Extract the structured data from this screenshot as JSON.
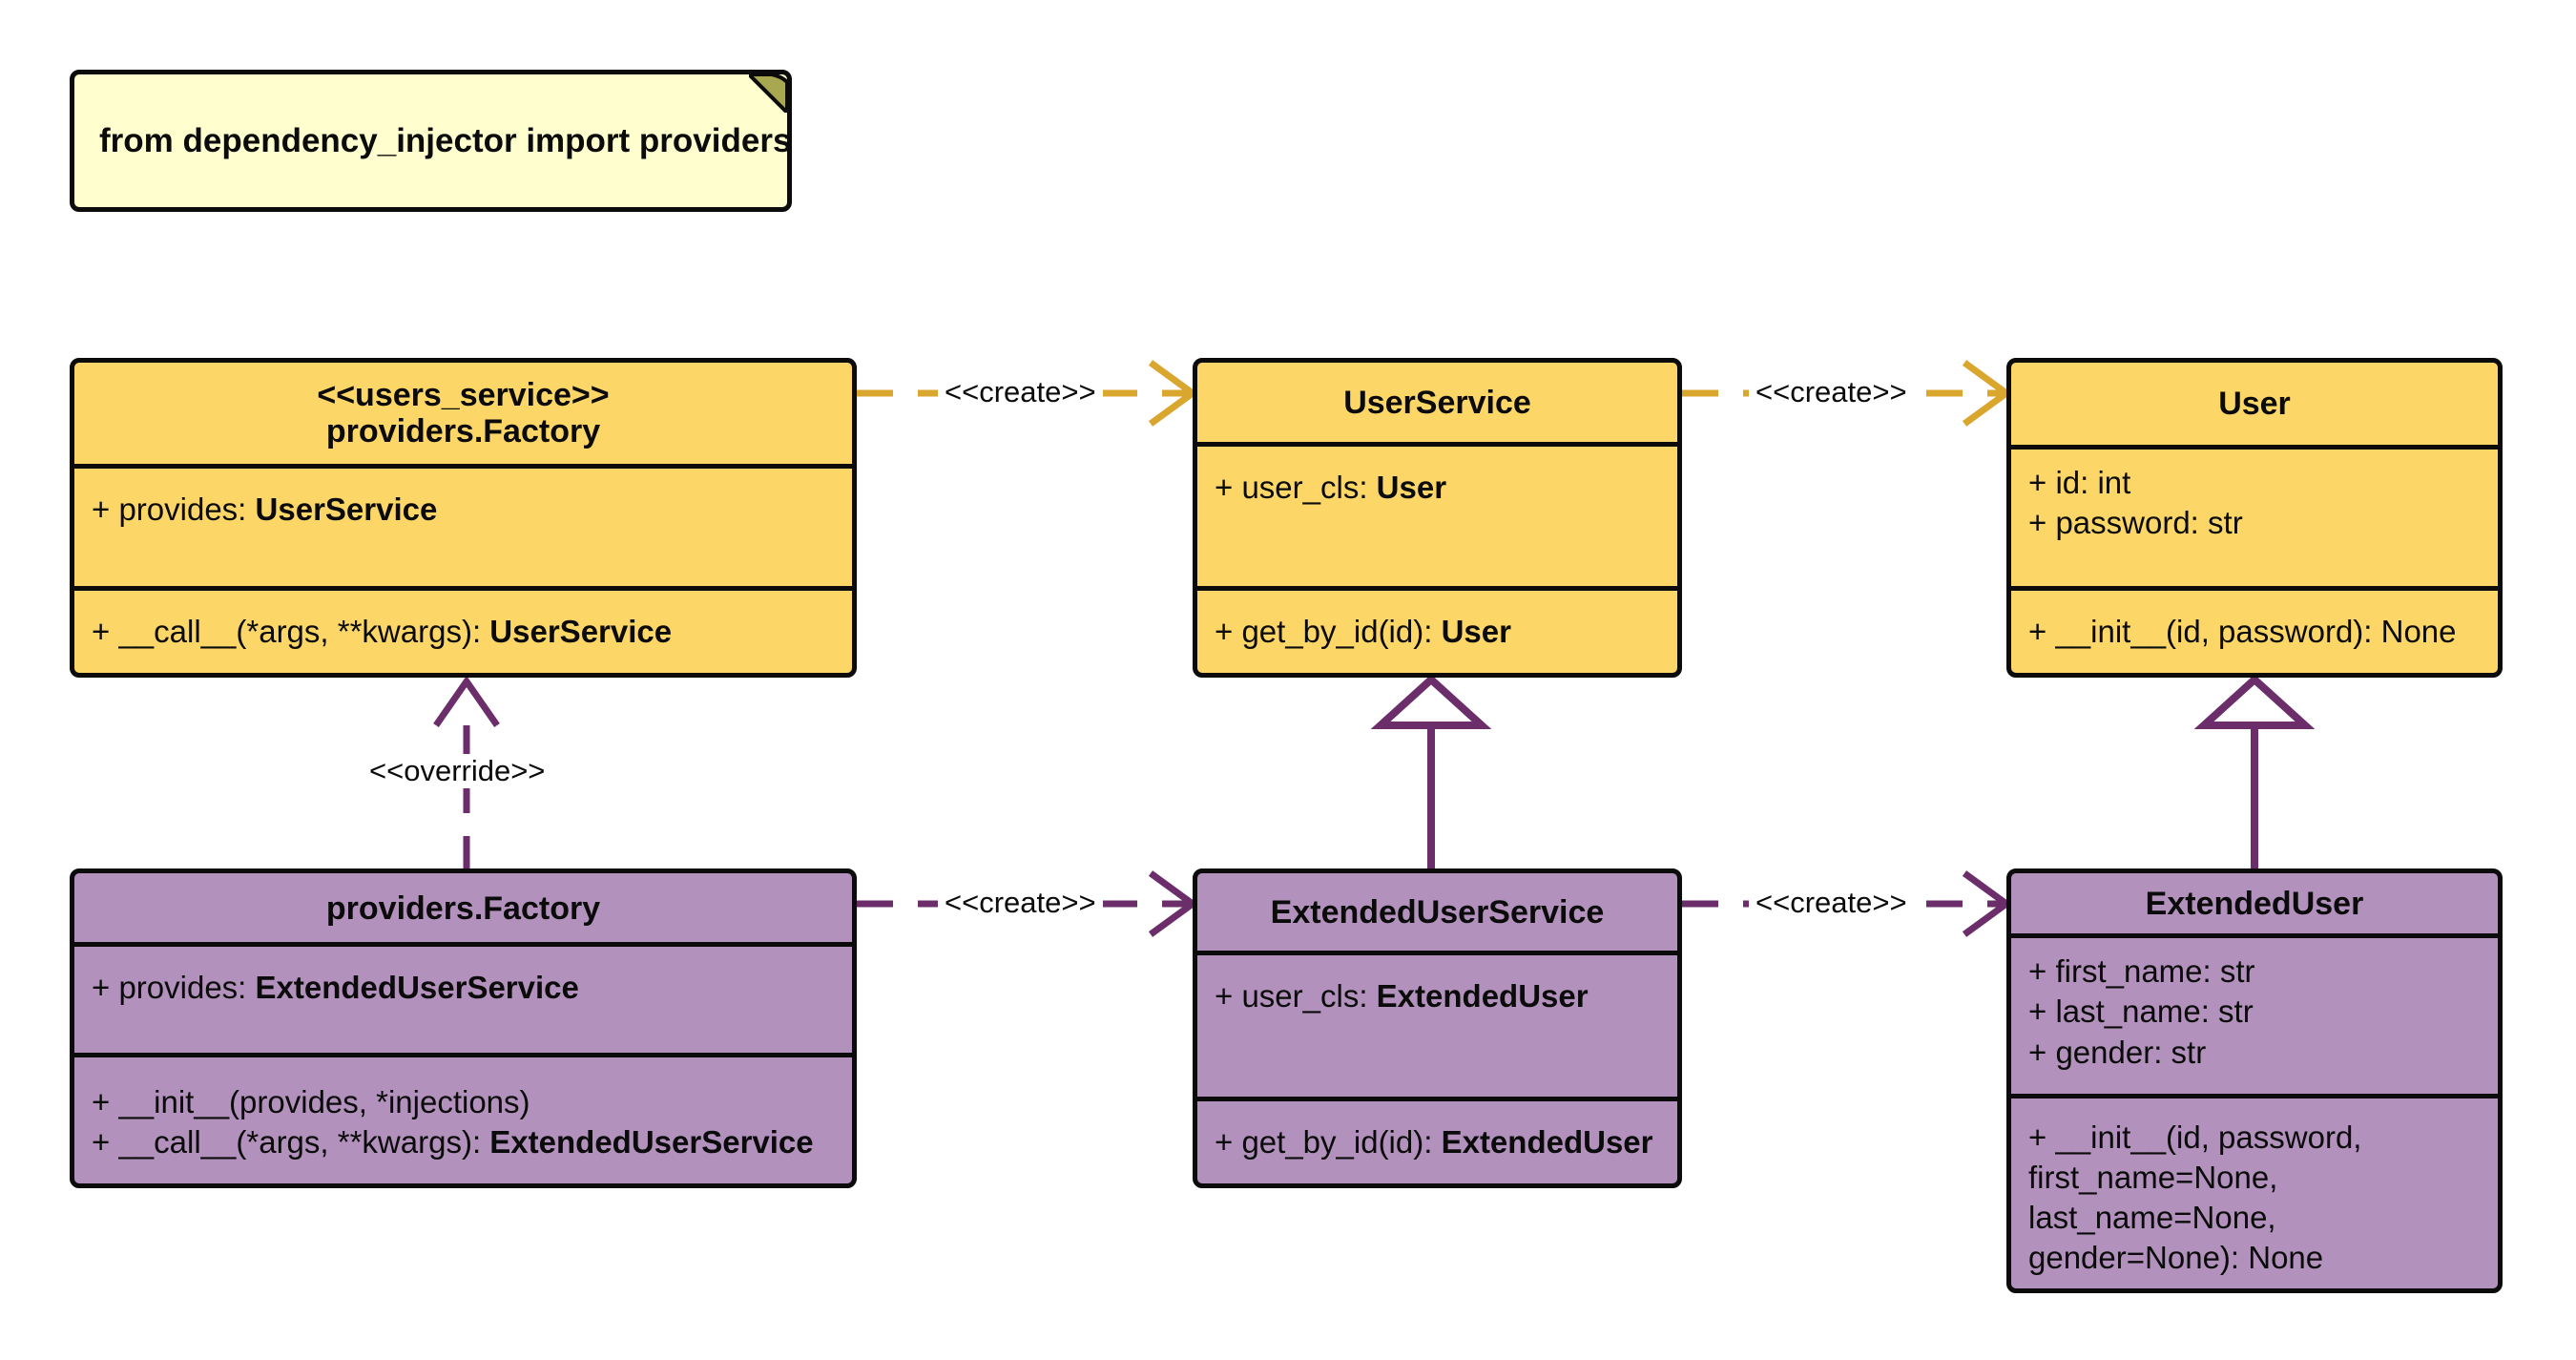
{
  "diagram": {
    "title": "Dependency Injector providers UML class diagram",
    "type": "uml-class-diagram",
    "colors": {
      "yellow_fill": "#FCD667",
      "purple_fill": "#B292BC",
      "note_fill": "#FEFECE",
      "note_fold": "#A8A851",
      "border": "#0B0B0B",
      "gold_edge": "#D9A62E",
      "purple_edge": "#6B2E6B"
    }
  },
  "note": {
    "name": "code-note",
    "text": "from dependency_injector import providers"
  },
  "classes": {
    "users_service_factory": {
      "stereotype": "<<users_service>>",
      "name": "providers.Factory",
      "color": "yellow",
      "attributes": [
        {
          "visibility": "+",
          "label": "provides: ",
          "type": "UserService"
        }
      ],
      "methods": [
        {
          "visibility": "+",
          "label": "__call__(*args, **kwargs): ",
          "type": "UserService"
        }
      ]
    },
    "user_service": {
      "stereotype": "",
      "name": "UserService",
      "color": "yellow",
      "attributes": [
        {
          "visibility": "+",
          "label": "user_cls: ",
          "type": "User"
        }
      ],
      "methods": [
        {
          "visibility": "+",
          "label": "get_by_id(id): ",
          "type": "User"
        }
      ]
    },
    "user": {
      "stereotype": "",
      "name": "User",
      "color": "yellow",
      "attributes": [
        {
          "visibility": "+",
          "label": "id: int",
          "type": ""
        },
        {
          "visibility": "+",
          "label": "password: str",
          "type": ""
        }
      ],
      "methods": [
        {
          "visibility": "+",
          "label": "__init__(id, password): None",
          "type": ""
        }
      ]
    },
    "providers_factory": {
      "stereotype": "",
      "name": "providers.Factory",
      "color": "purple",
      "attributes": [
        {
          "visibility": "+",
          "label": "provides: ",
          "type": "ExtendedUserService"
        }
      ],
      "methods": [
        {
          "visibility": "+",
          "label": "__init__(provides, *injections)",
          "type": ""
        },
        {
          "visibility": "+",
          "label": "__call__(*args, **kwargs): ",
          "type": "ExtendedUserService"
        }
      ]
    },
    "extended_user_service": {
      "stereotype": "",
      "name": "ExtendedUserService",
      "color": "purple",
      "attributes": [
        {
          "visibility": "+",
          "label": "user_cls: ",
          "type": "ExtendedUser"
        }
      ],
      "methods": [
        {
          "visibility": "+",
          "label": "get_by_id(id): ",
          "type": "ExtendedUser"
        }
      ]
    },
    "extended_user": {
      "stereotype": "",
      "name": "ExtendedUser",
      "color": "purple",
      "attributes": [
        {
          "visibility": "+",
          "label": "first_name: str",
          "type": ""
        },
        {
          "visibility": "+",
          "label": "last_name: str",
          "type": ""
        },
        {
          "visibility": "+",
          "label": "gender: str",
          "type": ""
        }
      ],
      "methods": [
        {
          "visibility": "+",
          "label": "__init__(id, password, first_name=None, last_name=None, gender=None): None",
          "type": ""
        }
      ]
    }
  },
  "edges": {
    "create_top_left": {
      "label": "<<create>>",
      "style": "dashed-open-arrow",
      "color": "#D9A62E"
    },
    "create_top_right": {
      "label": "<<create>>",
      "style": "dashed-open-arrow",
      "color": "#D9A62E"
    },
    "create_bottom_left": {
      "label": "<<create>>",
      "style": "dashed-open-arrow",
      "color": "#6B2E6B"
    },
    "create_bottom_right": {
      "label": "<<create>>",
      "style": "dashed-open-arrow",
      "color": "#6B2E6B"
    },
    "override": {
      "label": "<<override>>",
      "style": "dashed-open-arrow",
      "color": "#6B2E6B"
    },
    "inherit_user_service": {
      "label": "",
      "style": "solid-hollow-triangle",
      "color": "#6B2E6B"
    },
    "inherit_user": {
      "label": "",
      "style": "solid-hollow-triangle",
      "color": "#6B2E6B"
    }
  }
}
